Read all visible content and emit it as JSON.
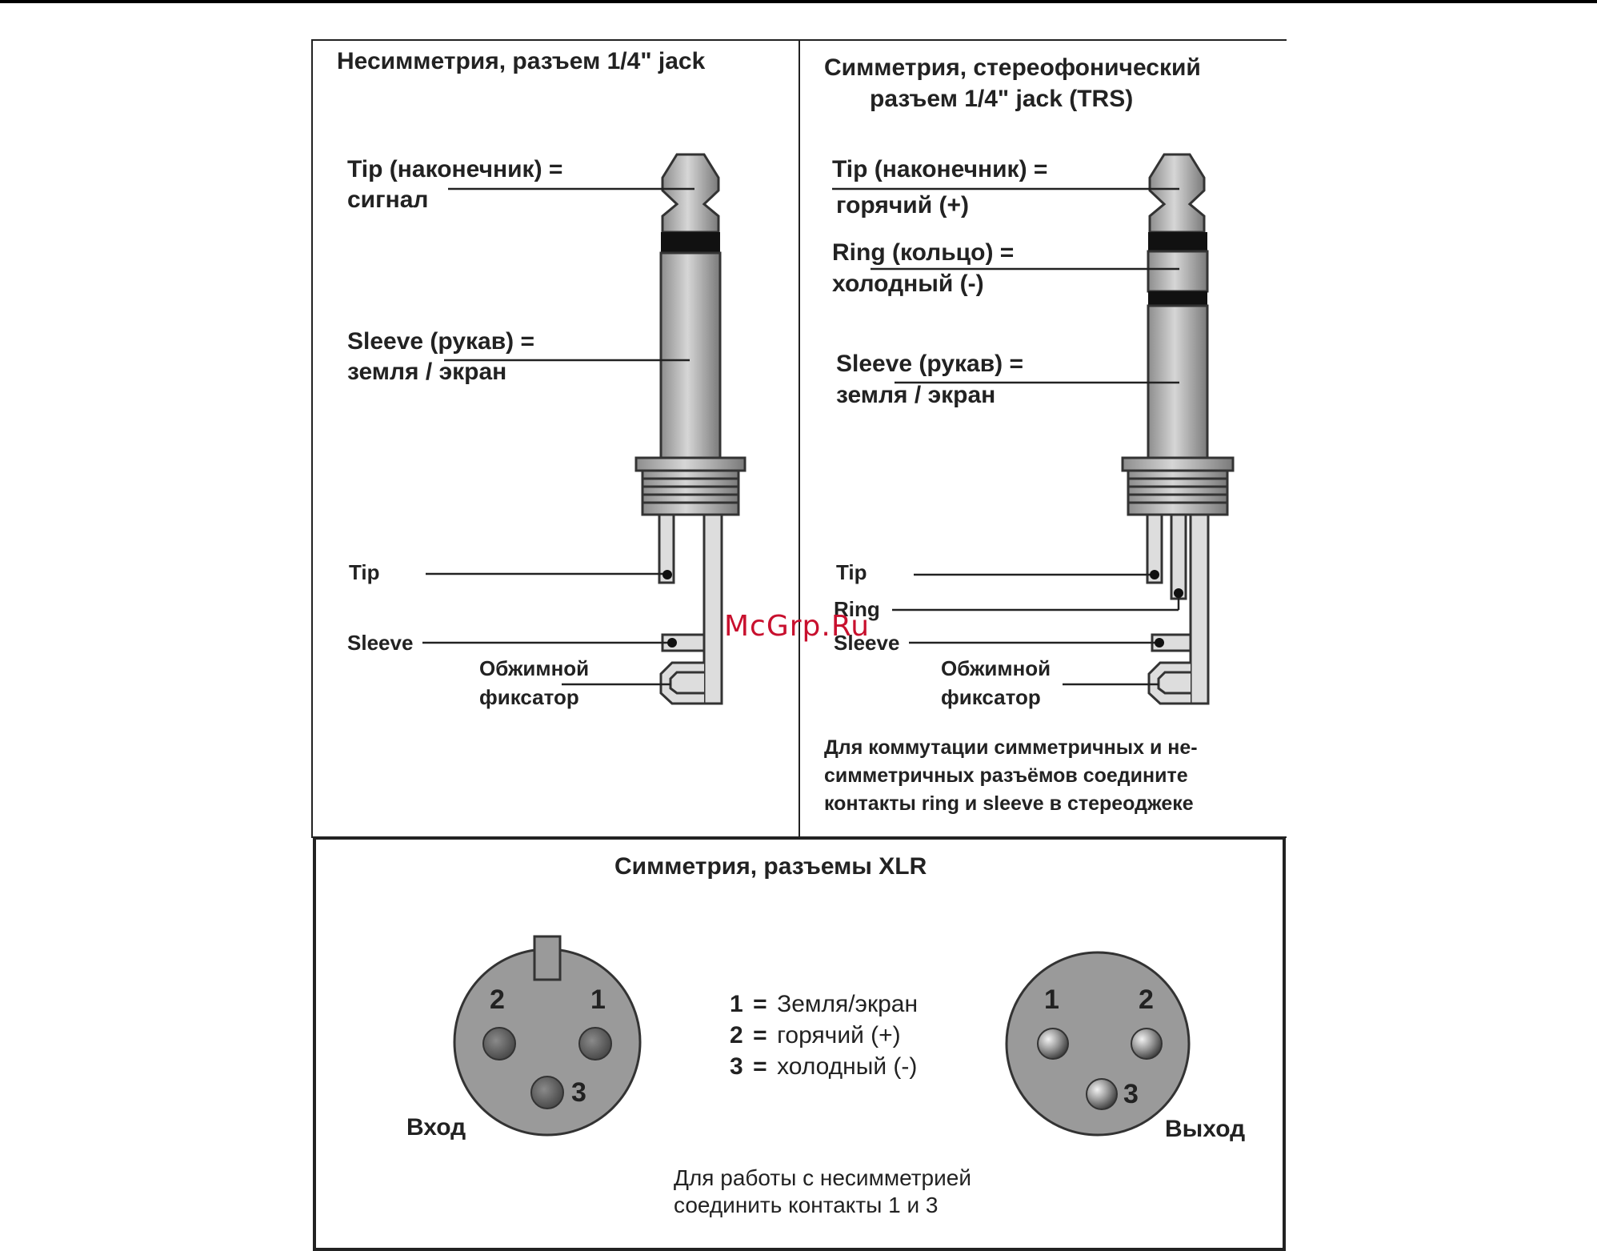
{
  "watermark": "McGrp.Ru",
  "left_panel": {
    "title": "Несимметрия, разъем 1/4\" jack",
    "tip_line1": "Tip (наконечник) =",
    "tip_line2": "сигнал",
    "sleeve_line1": "Sleeve (рукав) =",
    "sleeve_line2": "земля / экран",
    "wire_tip": "Tip",
    "wire_sleeve": "Sleeve",
    "clamp_line1": "Обжимной",
    "clamp_line2": "фиксатор"
  },
  "right_panel": {
    "title_line1": "Симметрия, стереофонический",
    "title_line2": "разъем 1/4\" jack (TRS)",
    "tip_line1": "Tip (наконечник) =",
    "tip_line2": "горячий (+)",
    "ring_line1": "Ring (кольцо) =",
    "ring_line2": "холодный (-)",
    "sleeve_line1": "Sleeve (рукав) =",
    "sleeve_line2": "земля / экран",
    "wire_tip": "Tip",
    "wire_ring": "Ring",
    "wire_sleeve": "Sleeve",
    "clamp_line1": "Обжимной",
    "clamp_line2": "фиксатор",
    "note_line1": "Для коммутации симметричных и не-",
    "note_line2": "симметричных разъёмов соедините",
    "note_line3": "контакты ring и sleeve в стереоджеке"
  },
  "bottom_panel": {
    "title": "Симметрия, разъемы XLR",
    "input_label": "Вход",
    "output_label": "Выход",
    "pin1": "1",
    "pin2": "2",
    "pin3": "3",
    "legend": [
      {
        "num": "1",
        "eq": "=",
        "text": "Земля/экран"
      },
      {
        "num": "2",
        "eq": "=",
        "text": "горячий (+)"
      },
      {
        "num": "3",
        "eq": "=",
        "text": "холодный (-)"
      }
    ],
    "note_line1": "Для работы с несимметрией",
    "note_line2": "соединить контакты 1 и 3"
  }
}
